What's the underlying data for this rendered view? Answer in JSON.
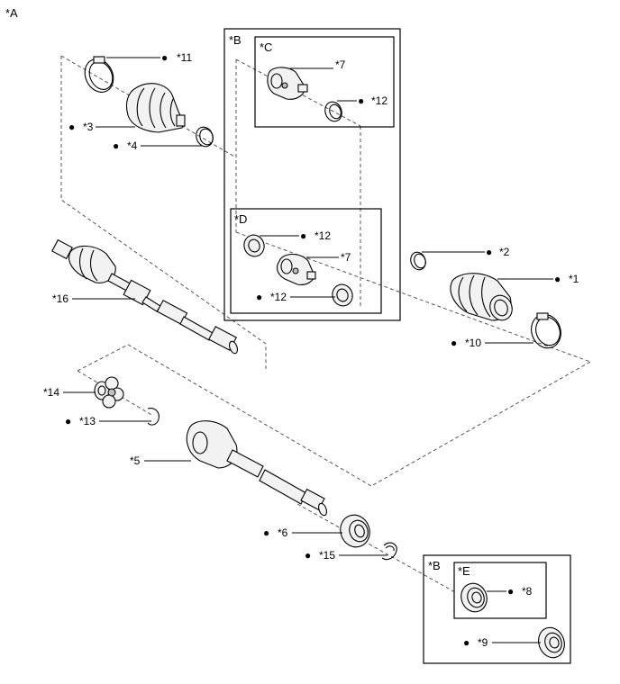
{
  "diagram": {
    "view_label": "*A",
    "boxes": {
      "B_upper": "*B",
      "C": "*C",
      "D": "*D",
      "B_lower": "*B",
      "E": "*E"
    },
    "callouts": {
      "p11": "*11",
      "p3": "*3",
      "p4": "*4",
      "p7_c": "*7",
      "p12_c": "*12",
      "p12_d_top": "*12",
      "p7_d": "*7",
      "p12_d_bottom": "*12",
      "p2": "*2",
      "p1": "*1",
      "p10": "*10",
      "p16": "*16",
      "p14": "*14",
      "p13": "*13",
      "p5": "*5",
      "p6": "*6",
      "p15": "*15",
      "p8": "*8",
      "p9": "*9"
    },
    "bullet_symbol": "●"
  }
}
